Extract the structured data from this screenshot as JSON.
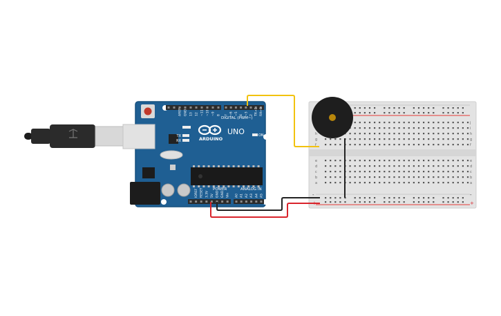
{
  "board": {
    "brand": "ARDUINO",
    "model": "UNO",
    "digital_label": "DIGITAL (PWM~)",
    "power_label": "POWER",
    "analog_label": "ANALOG IN",
    "tx_label": "TX",
    "rx_label": "RX",
    "on_label": "ON",
    "digital_pins": [
      "AREF",
      "GND",
      "13",
      "12",
      "~11",
      "~10",
      "~9",
      "8",
      "7",
      "~6",
      "~5",
      "4",
      "~3",
      "2",
      "TX→1",
      "RX←0"
    ],
    "power_pins": [
      "IOREF",
      "RESET",
      "3.3V",
      "5V",
      "GND",
      "GND",
      "Vin"
    ],
    "analog_pins": [
      "A0",
      "A1",
      "A2",
      "A3",
      "A4",
      "A5"
    ]
  },
  "breadboard": {
    "row_letters_top": [
      "j",
      "i",
      "h",
      "g",
      "f"
    ],
    "row_letters_bottom": [
      "e",
      "d",
      "c",
      "b",
      "a"
    ],
    "plus": "+",
    "minus": "-"
  },
  "colors": {
    "board": "#1f5f93",
    "board_edge": "#17507e",
    "wire_signal": "#f2c20f",
    "wire_ground": "#222222",
    "wire_power": "#d9232b",
    "buzzer": "#1e1e1e",
    "buzzer_center": "#b8860b",
    "breadboard": "#e3e3e3",
    "rail_red": "#e53935",
    "rail_blue": "#c8c8c8"
  }
}
